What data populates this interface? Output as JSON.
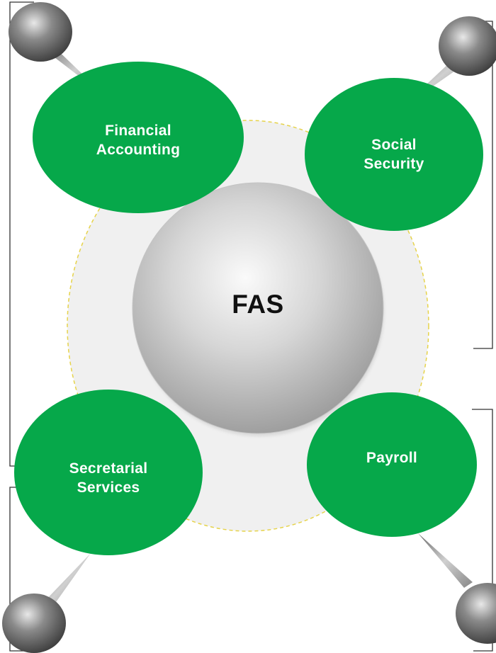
{
  "diagram": {
    "center": {
      "label": "FAS"
    },
    "nodes": [
      {
        "id": "financial-accounting",
        "label": "Financial\nAccounting"
      },
      {
        "id": "social-security",
        "label": "Social\nSecurity"
      },
      {
        "id": "secretarial-services",
        "label": "Secretarial\nServices"
      },
      {
        "id": "payroll",
        "label": "Payroll"
      }
    ]
  },
  "colors": {
    "node_fill": "#06a84a",
    "node_text": "#ffffff",
    "center_text": "#111111",
    "ring_fill": "#f0f0f0",
    "ring_stroke": "#e6d34a",
    "frame_line": "#333333"
  }
}
